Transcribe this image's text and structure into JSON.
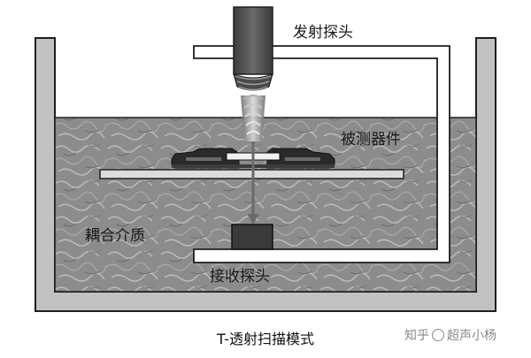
{
  "labels": {
    "transmit_probe": "发射探头",
    "device_under_test": "被测器件",
    "coupling_medium": "耦合介质",
    "receive_probe": "接收探头"
  },
  "caption": "T-透射扫描模式",
  "watermark": {
    "prefix": "知乎",
    "author": "超声小杨"
  },
  "colors": {
    "tank_wall": "#bdbdbd",
    "water": "#8e8e8e",
    "probe_body": "#555555",
    "beam": "#8a8a8a",
    "stage": "#d9d9d9",
    "arm": "#ffffff"
  }
}
